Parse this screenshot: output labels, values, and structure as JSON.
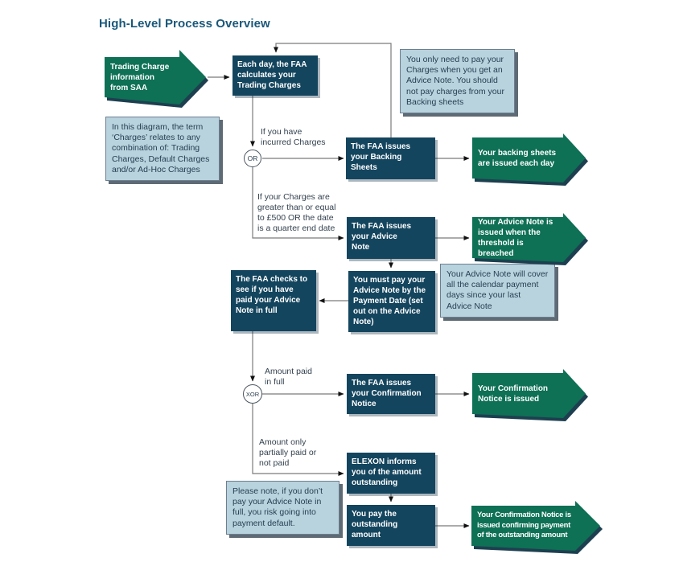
{
  "title": "High-Level Process Overview",
  "colors": {
    "heading": "#19587a",
    "node_fill": "#14455e",
    "arrow_fill": "#0e7055",
    "arrow_shadow": "#1d3f50",
    "note_fill": "#b9d3de",
    "note_border": "#6c7f90",
    "connector": "#7b7b7b",
    "arrowhead": "#111111"
  },
  "gateways": {
    "or": "OR",
    "xor": "XOR"
  },
  "inputs": {
    "saa": "Trading Charge\ninformation\nfrom SAA"
  },
  "nodes": {
    "each_day": "Each day, the FAA\ncalculates your\nTrading Charges",
    "backing": "The FAA issues\nyour Backing\nSheets",
    "advice": "The FAA issues\nyour Advice\nNote",
    "pay_advice": "You must pay your\nAdvice Note by the\nPayment Date (set\nout on the Advice\nNote)",
    "faa_checks": "The FAA checks to\nsee if you have\npaid your Advice\nNote in full",
    "confirmation": "The FAA issues\nyour Confirmation\nNotice",
    "elexon": "ELEXON informs\nyou of the amount\noutstanding",
    "pay_outstanding": "You pay the\noutstanding\namount"
  },
  "outputs": {
    "backing": "Your backing sheets\nare issued each day",
    "advice": "Your Advice Note is\nissued when the\nthreshold is breached",
    "confirmation": "Your Confirmation\nNotice is issued",
    "final": "Your Confirmation Notice is\nissued confirming payment\nof the outstanding amount"
  },
  "notes": {
    "pay_only_advice": "You only need to pay your\nCharges when you get an\nAdvice Note. You should\nnot pay charges from your\nBacking sheets",
    "charges_definition": "In this diagram, the term\n‘Charges’ relates to any\ncombination of: Trading\nCharges, Default Charges\nand/or Ad-Hoc Charges",
    "advice_cover": "Your Advice Note will cover\nall the calendar payment\ndays since your last\nAdvice Note",
    "payment_default": "Please note, if you don’t\npay your Advice Note in\nfull, you risk going into\npayment default."
  },
  "conditions": {
    "incurred": "If you have\nincurred Charges",
    "threshold": "If your Charges are\ngreater than or equal\nto £500 OR the date\nis a quarter end date",
    "paid_full": "Amount paid\nin full",
    "partial": "Amount only\npartially paid or\nnot paid"
  }
}
